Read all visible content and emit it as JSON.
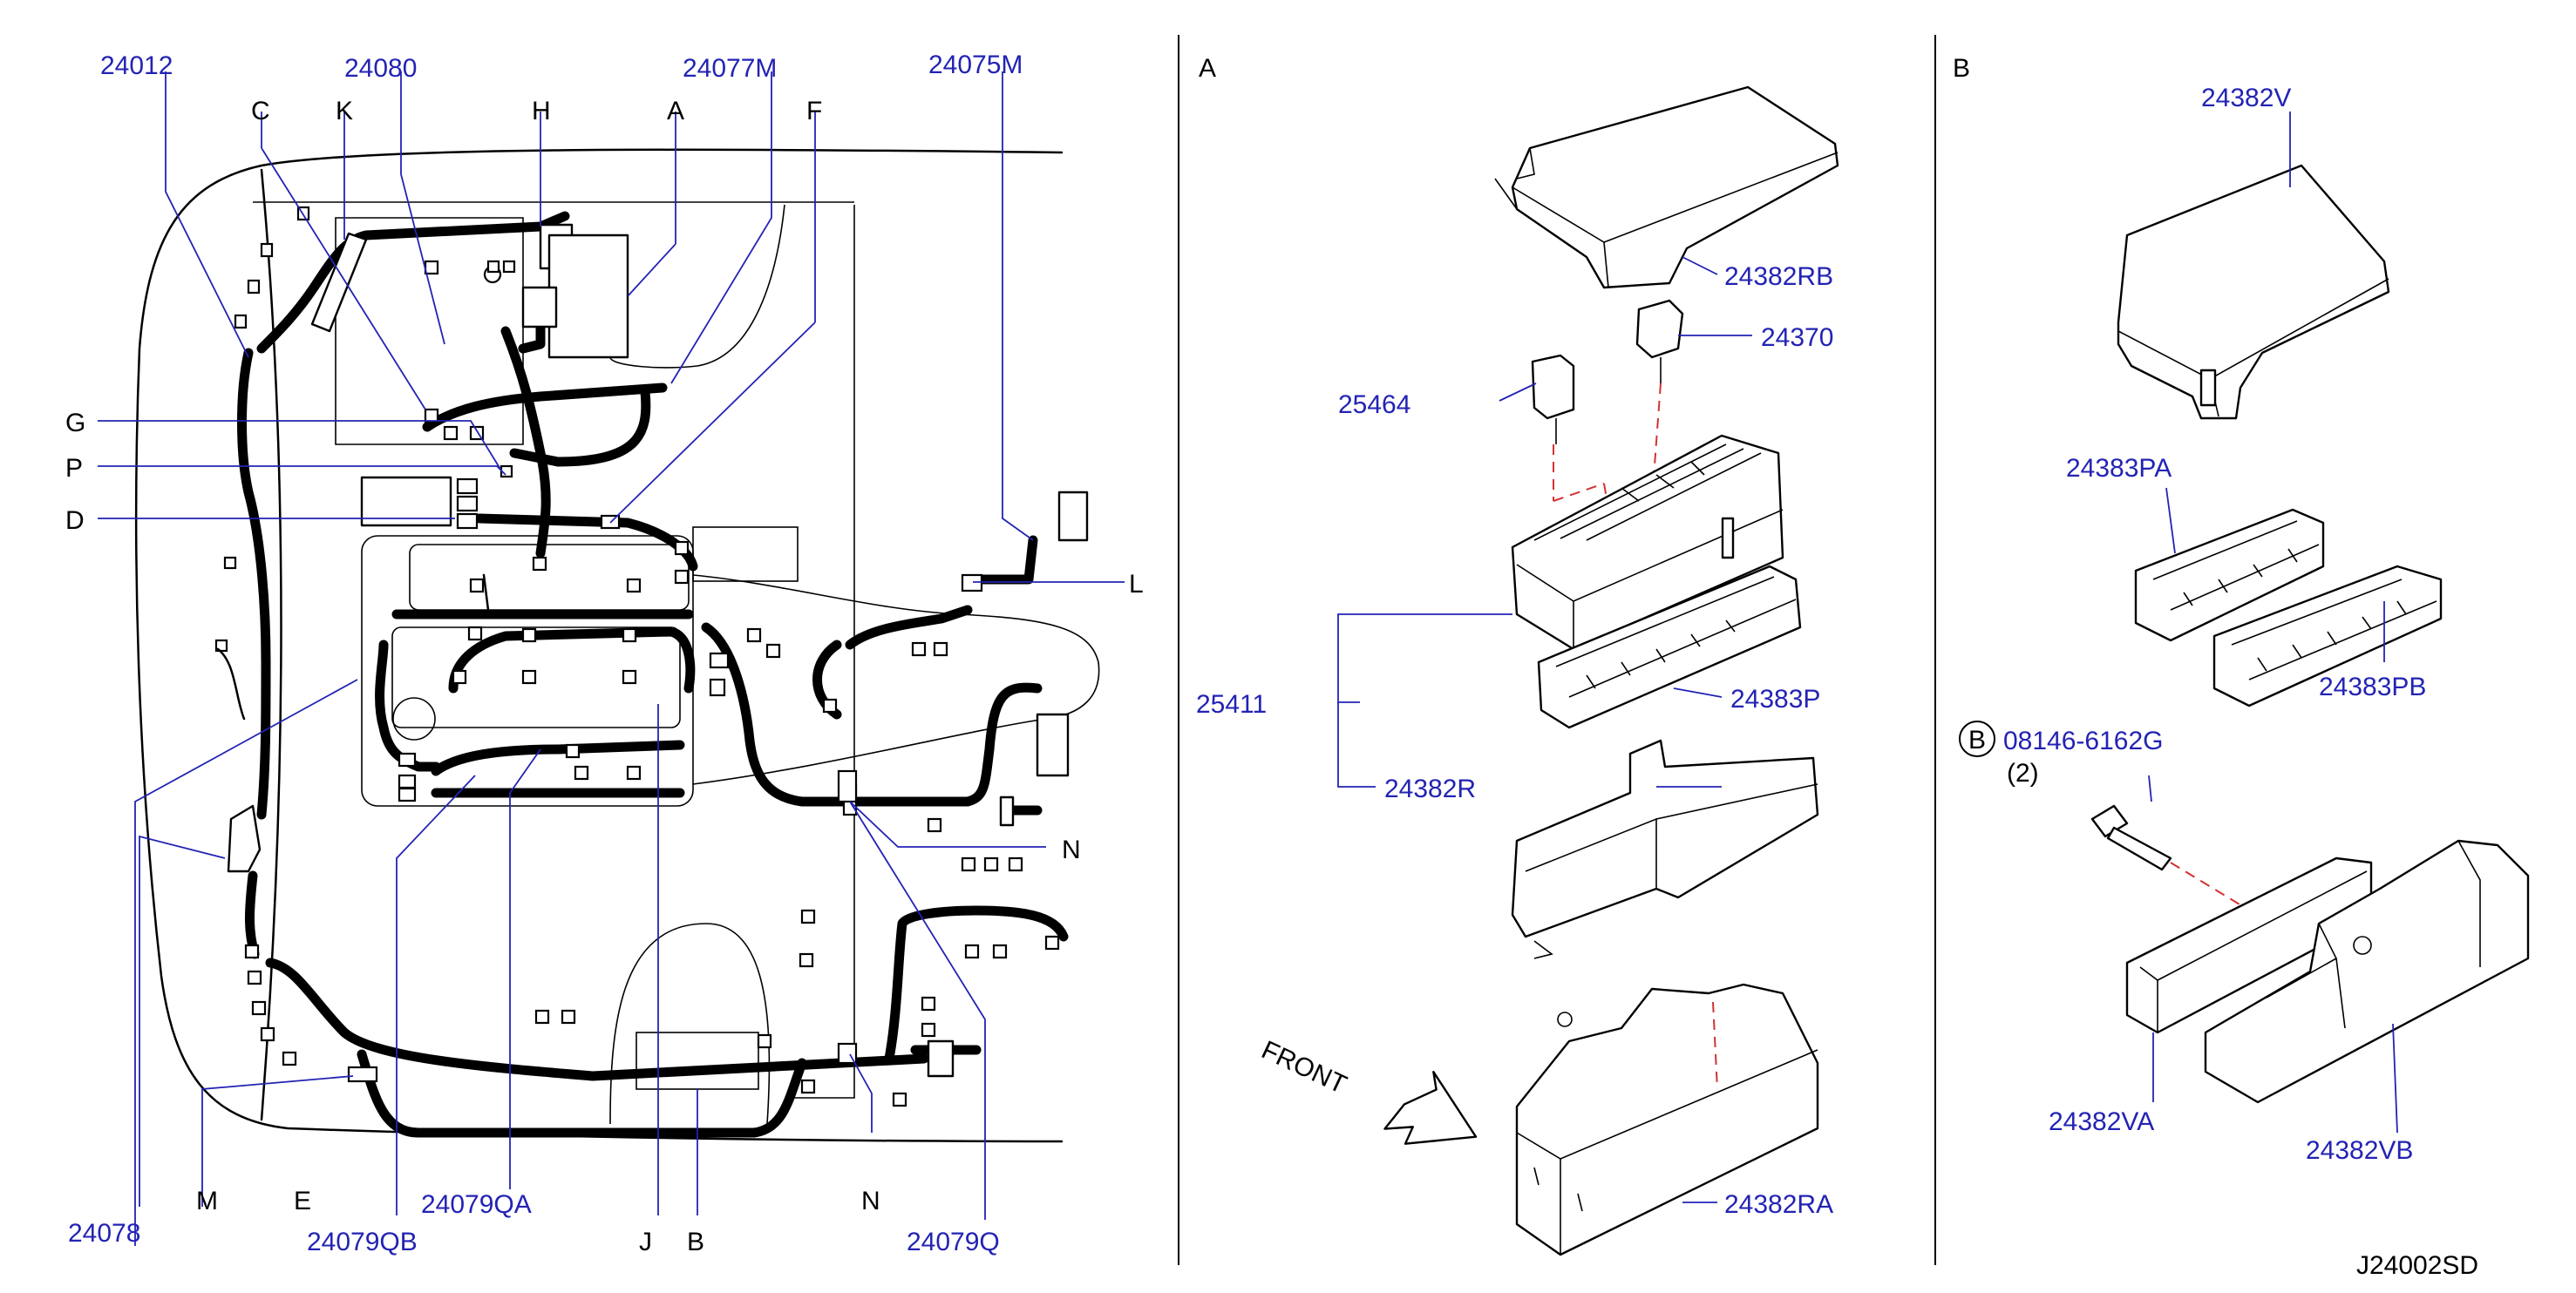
{
  "figure_id": "J24002SD",
  "sections": {
    "A": "A",
    "B": "B"
  },
  "front_label": "FRONT",
  "left_panel": {
    "part_numbers": [
      "24012",
      "24080",
      "24077M",
      "24075M",
      "24078",
      "24079QB",
      "24079QA",
      "24079Q"
    ],
    "letters": [
      "C",
      "K",
      "H",
      "A",
      "F",
      "G",
      "P",
      "D",
      "L",
      "N",
      "N",
      "M",
      "E",
      "J",
      "B"
    ]
  },
  "panel_a": {
    "part_numbers": [
      "24382RB",
      "24370",
      "25464",
      "25411",
      "24383P",
      "24382R",
      "24382RA"
    ]
  },
  "panel_b": {
    "part_numbers": [
      "24382V",
      "24383PA",
      "24383PB",
      "08146-6162G",
      "24382VA",
      "24382VB"
    ],
    "bolt_callout": "B",
    "quantity": "(2)"
  },
  "colors": {
    "part_number": "#2323b4",
    "letter": "#000000",
    "hidden_line": "#d23232"
  }
}
